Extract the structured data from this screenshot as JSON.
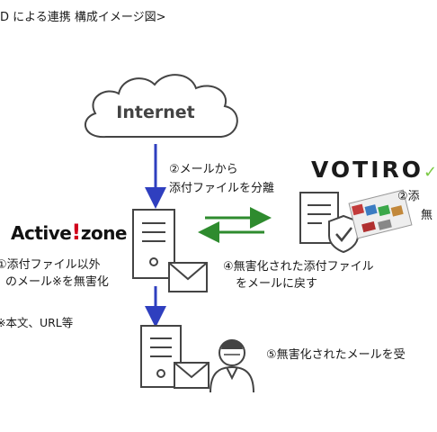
{
  "title": "D による連携 構成イメージ図>",
  "nodes": {
    "internet_label": "Internet",
    "activezone_logo": [
      "Active",
      "!",
      "zone"
    ],
    "votiro_logo": "VOTIRO",
    "votiro_check": "✓"
  },
  "steps": {
    "step1_line1": "①添付ファイル以外",
    "step1_line2": "のメール※を無害化",
    "step1_note": "※本文、URL等",
    "step2_line1": "②メールから",
    "step2_line2": "添付ファイルを分離",
    "step2b_line1": "②添",
    "step2b_line2": "無",
    "step4_line1": "④無害化された添付ファイル",
    "step4_line2": "をメールに戻す",
    "step5": "⑤無害化されたメールを受"
  },
  "colors": {
    "arrow_blue": "#2f3fbf",
    "arrow_green": "#2e8b2e",
    "outline": "#444444",
    "logo_red": "#d0021b",
    "check_green": "#7ac943"
  }
}
